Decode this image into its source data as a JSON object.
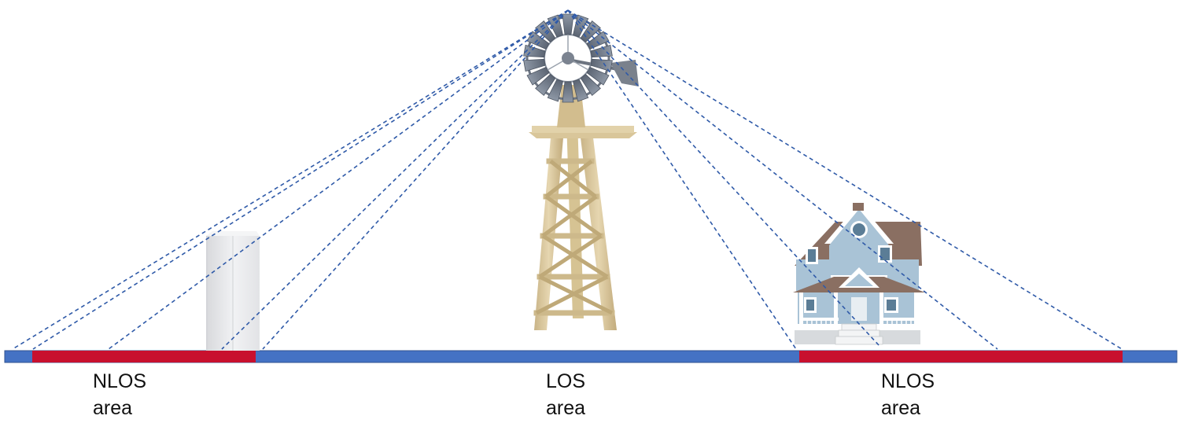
{
  "labels": {
    "left": {
      "line1": "NLOS",
      "line2": "area"
    },
    "middle": {
      "line1": "LOS",
      "line2": "area"
    },
    "right": {
      "line1": "NLOS",
      "line2": "area"
    }
  },
  "colors": {
    "ground": "#4472c4",
    "nlos_zone": "#c8102e",
    "ray": "#2f5aa8",
    "wood": "#d8c49a",
    "house_wall": "#a9c3d6",
    "roof": "#8a6f62",
    "block": "#e6e7ea"
  },
  "icons": [
    "windmill-icon",
    "building-block-icon",
    "house-icon"
  ]
}
